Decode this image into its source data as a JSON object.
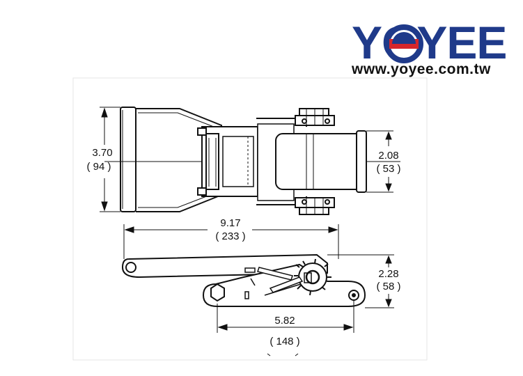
{
  "logo": {
    "brand": "YOYEE",
    "url": "www.yoyee.com.tw",
    "brand_color": "#1f3a8a",
    "accent_color": "#d6262b"
  },
  "dimensions": {
    "height_in": "3.70",
    "height_mm": "( 94 )",
    "spool_in": "2.08",
    "spool_mm": "( 53 )",
    "length_in": "9.17",
    "length_mm": "( 233 )",
    "side_height_in": "2.28",
    "side_height_mm": "( 58 )",
    "pivot_in": "5.82",
    "pivot_mm": "( 148 )"
  }
}
